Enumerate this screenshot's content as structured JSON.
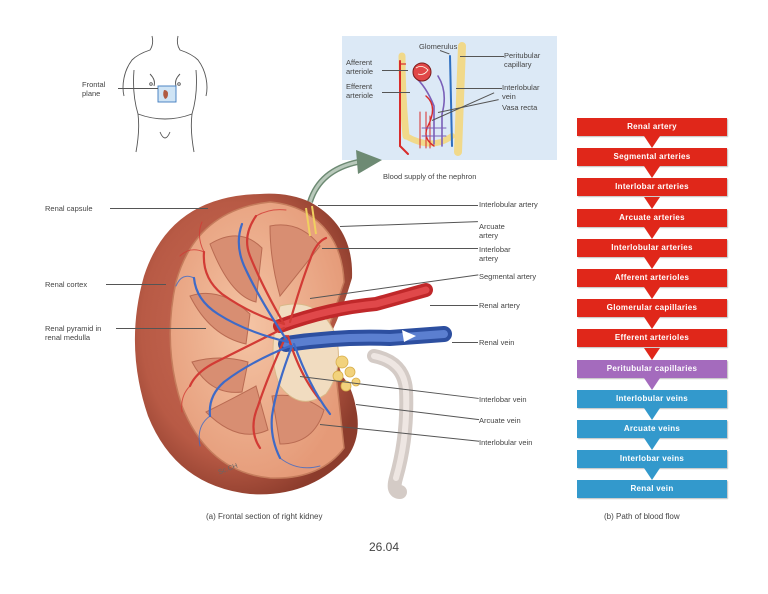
{
  "body_figure": {
    "plane_label": "Frontal plane"
  },
  "inset": {
    "labels": {
      "glomerulus": "Glomerulus",
      "afferent_arteriole": "Afferent arteriole",
      "efferent_arteriole": "Efferent arteriole",
      "peritubular_capillary": "Peritubular capillary",
      "interlobular_vein": "Interlobular vein",
      "vasa_recta": "Vasa recta"
    },
    "caption": "Blood supply of the nephron"
  },
  "kidney": {
    "left_labels": {
      "renal_capsule": "Renal capsule",
      "renal_cortex": "Renal cortex",
      "renal_pyramid": "Renal pyramid in renal medulla"
    },
    "right_labels": {
      "interlobular_artery": "Interlobular artery",
      "arcuate_artery": "Arcuate artery",
      "interlobar_artery": "Interlobar artery",
      "segmental_artery": "Segmental artery",
      "renal_artery": "Renal artery",
      "renal_vein": "Renal vein",
      "interlobar_vein": "Interlobar vein",
      "arcuate_vein": "Arcuate vein",
      "interlobular_vein": "Interlobular vein"
    },
    "signature": "Sc.CH",
    "caption": "(a) Frontal section of right kidney"
  },
  "flow": {
    "colors": {
      "artery": "#e0271a",
      "capillary": "#a46bbd",
      "vein": "#3399cc"
    },
    "steps": [
      {
        "label": "Renal artery",
        "kind": "artery"
      },
      {
        "label": "Segmental arteries",
        "kind": "artery"
      },
      {
        "label": "Interlobar arteries",
        "kind": "artery"
      },
      {
        "label": "Arcuate arteries",
        "kind": "artery"
      },
      {
        "label": "Interlobular arteries",
        "kind": "artery"
      },
      {
        "label": "Afferent arterioles",
        "kind": "artery"
      },
      {
        "label": "Glomerular capillaries",
        "kind": "artery"
      },
      {
        "label": "Efferent arterioles",
        "kind": "artery"
      },
      {
        "label": "Peritubular capillaries",
        "kind": "capillary"
      },
      {
        "label": "Interlobular veins",
        "kind": "vein"
      },
      {
        "label": "Arcuate veins",
        "kind": "vein"
      },
      {
        "label": "Interlobar veins",
        "kind": "vein"
      },
      {
        "label": "Renal vein",
        "kind": "vein"
      }
    ],
    "caption": "(b) Path of blood flow"
  },
  "figure_number": "26.04"
}
